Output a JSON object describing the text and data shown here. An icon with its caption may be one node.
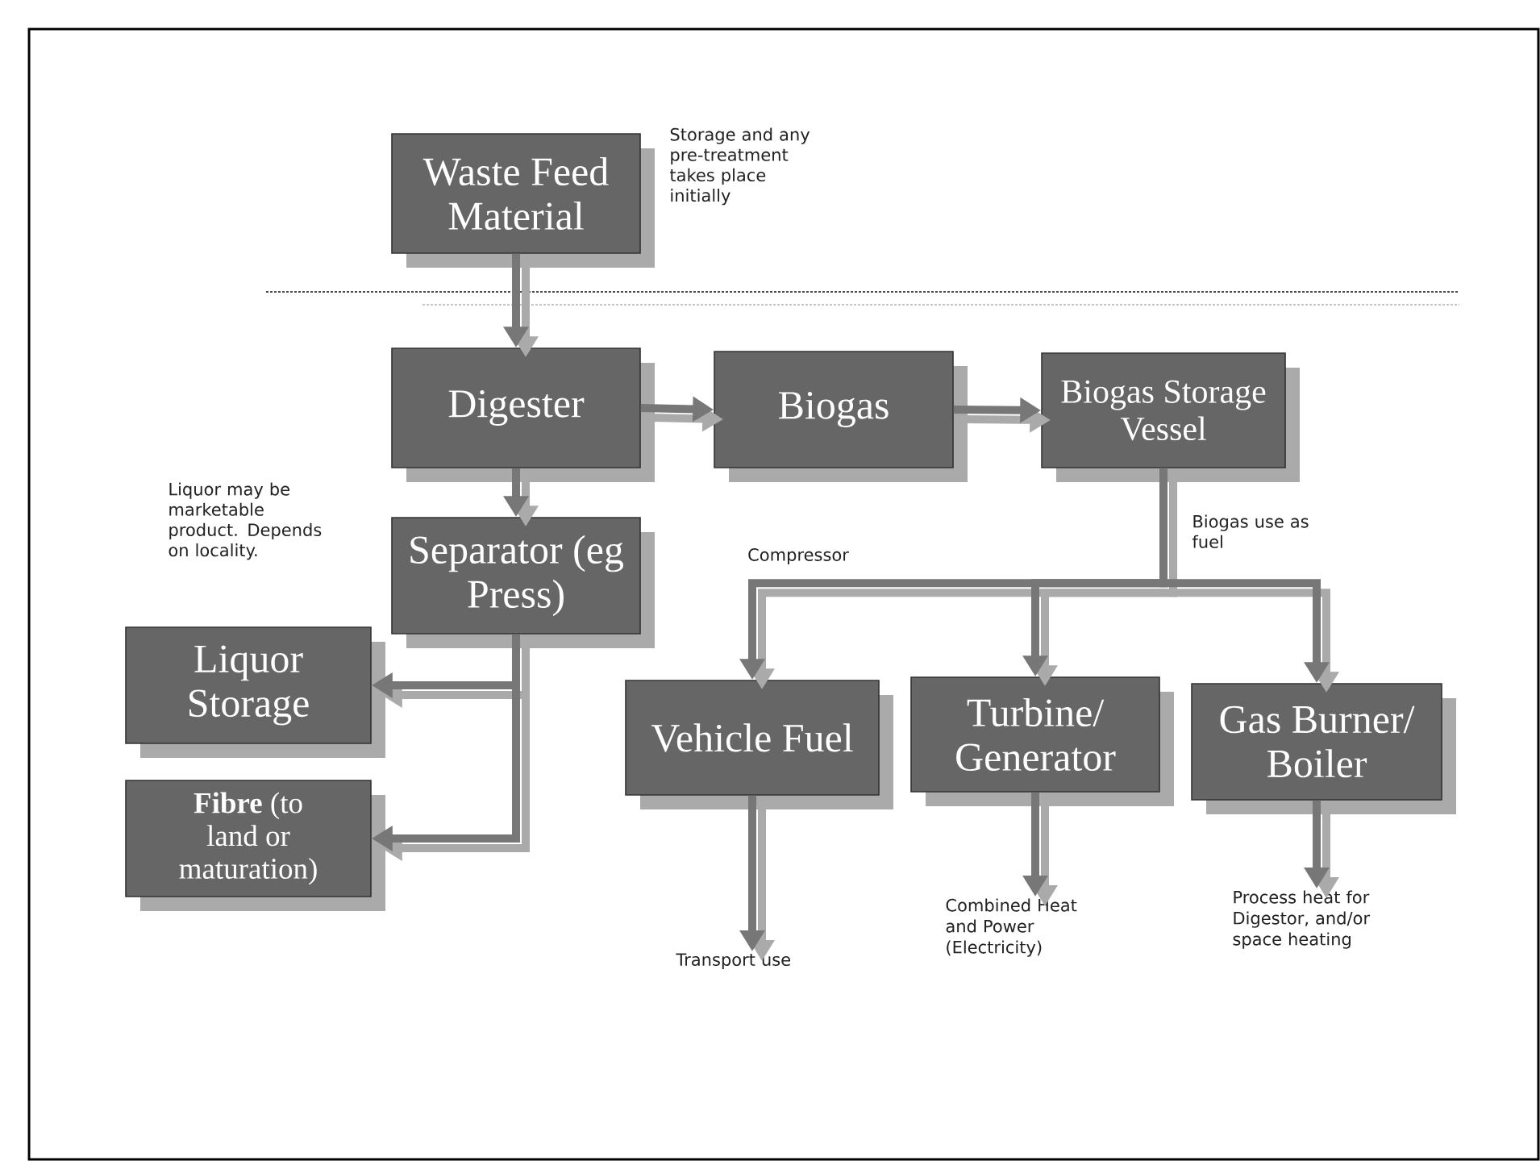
{
  "diagram": {
    "nodes": [
      {
        "text": [
          "Waste Feed Material"
        ],
        "beside": [
          "Storage and any pre-treatment takes place initially"
        ]
      },
      {
        "text": [
          "Digester"
        ]
      },
      {
        "text": [
          "Biogas"
        ]
      },
      {
        "text": [
          "Biogas Storage Vessel"
        ]
      },
      {
        "text": [
          "Separator (eg Press)"
        ]
      },
      {
        "text": [
          "Liquor Storage"
        ]
      },
      {
        "text": [
          "**Fibre** (to land or maturation)"
        ]
      },
      {
        "text": [
          "Vehicle Fuel"
        ]
      },
      {
        "text": [
          "Turbine/ Generator"
        ]
      },
      {
        "text": [
          "Gas Burner/ Boiler"
        ]
      },
      {
        "text": [
          "Transport use"
        ]
      },
      {
        "text": [
          "Combined Heat and Power (Electricity)"
        ]
      },
      {
        "text": [
          "Process heat for Digestor, and/or space heating"
        ]
      }
    ],
    "edges": [
      {
        "from": 0,
        "to": 1,
        "arrow": "to"
      },
      {
        "from": 1,
        "to": 2,
        "arrow": "to"
      },
      {
        "from": 2,
        "to": 3,
        "arrow": "to"
      },
      {
        "from": 1,
        "to": 4,
        "arrow": "to"
      },
      {
        "from": 4,
        "to": 5,
        "arrow": "to"
      },
      {
        "from": 4,
        "to": 6,
        "arrow": "to"
      },
      {
        "from": 3,
        "to": 7,
        "arrow": "to",
        "label": "Compressor"
      },
      {
        "from": 3,
        "to": 8,
        "arrow": "to"
      },
      {
        "from": 3,
        "to": 9,
        "arrow": "to"
      },
      {
        "from": 7,
        "to": 10,
        "arrow": "to"
      },
      {
        "from": 8,
        "to": 11,
        "arrow": "to"
      },
      {
        "from": 9,
        "to": 12,
        "arrow": "to"
      }
    ],
    "labels": [
      "Liquor may be marketable product. Depends on locality.",
      "Biogas use as fuel"
    ]
  }
}
